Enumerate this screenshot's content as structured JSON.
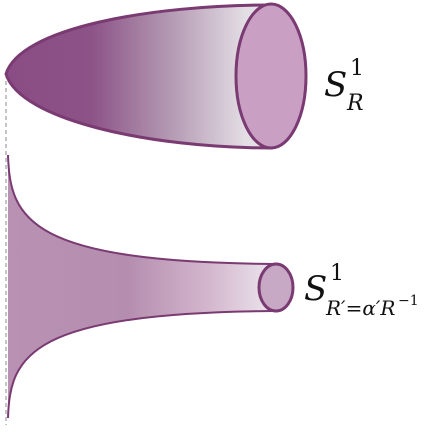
{
  "figure": {
    "top_label": {
      "base": "S",
      "sup": "1",
      "sub": "R"
    },
    "bottom_label": {
      "base": "S",
      "sup": "1",
      "sub_main": "R′=α′R",
      "sub_exp": "−1"
    }
  },
  "colors": {
    "outline": "#7a3a72",
    "dark_purple": "#8b4f85",
    "light_lilac": "#e2dce3",
    "end_cap_top": "#c99fc4",
    "end_cap_bottom": "#c7a9c6",
    "guide_line": "#888888"
  }
}
